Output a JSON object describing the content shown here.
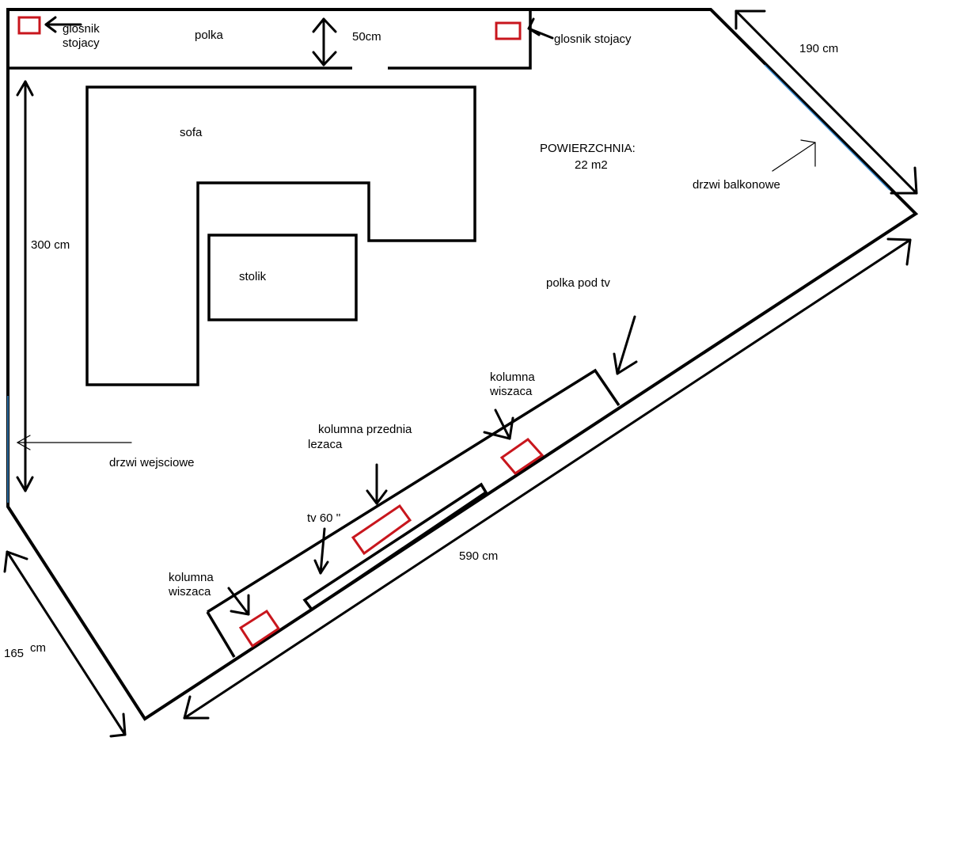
{
  "labels": {
    "speaker_left_line1": "glosnik",
    "speaker_left_line2": "stojacy",
    "shelf": "polka",
    "shelf_depth": "50cm",
    "speaker_right": "glosnik stojacy",
    "balcony_width": "190 cm",
    "sofa": "sofa",
    "area_line1": "POWIERZCHNIA:",
    "area_line2": "22 m2",
    "balcony_door": "drzwi balkonowe",
    "left_wall": "300 cm",
    "table": "stolik",
    "tv_shelf": "polka pod tv",
    "hanging_col_right_line1": "kolumna",
    "hanging_col_right_line2": "wiszaca",
    "front_col_line1": "kolumna przednia",
    "front_col_line2": "lezaca",
    "entrance_door": "drzwi wejsciowe",
    "tv": "tv 60 ''",
    "long_wall": "590 cm",
    "hanging_col_left_line1": "kolumna",
    "hanging_col_left_line2": "wiszaca",
    "short_wall_number": "165",
    "short_wall_unit": "cm"
  },
  "colors": {
    "speaker": "#c8161d",
    "door_marker": "#3a8fd6",
    "line": "#000000"
  }
}
